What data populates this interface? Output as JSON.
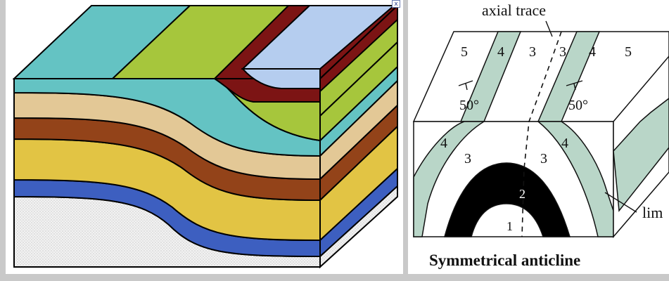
{
  "left_diagram": {
    "colors": {
      "cyan": "#64c3c3",
      "green": "#a6c63c",
      "maroon": "#7c1414",
      "lightblue": "#b5cdef",
      "tan": "#e3c896",
      "brown": "#934319",
      "yellow": "#e2c444",
      "blue": "#3d5fc0",
      "stipple": "#eeeeee"
    }
  },
  "close_icon": "close-icon",
  "right_diagram": {
    "axial_trace_label": "axial trace",
    "top_labels": [
      "5",
      "4",
      "3",
      "3",
      "4",
      "5"
    ],
    "dip_labels": [
      "50°",
      "50°"
    ],
    "front_labels": [
      "4",
      "3",
      "3",
      "4"
    ],
    "core_labels": [
      "2",
      "1"
    ],
    "limb_label": "lim",
    "title": "Symmetrical anticline",
    "colors": {
      "limb_green": "#b9d6c8",
      "core_black": "#000000",
      "white": "#ffffff"
    }
  }
}
